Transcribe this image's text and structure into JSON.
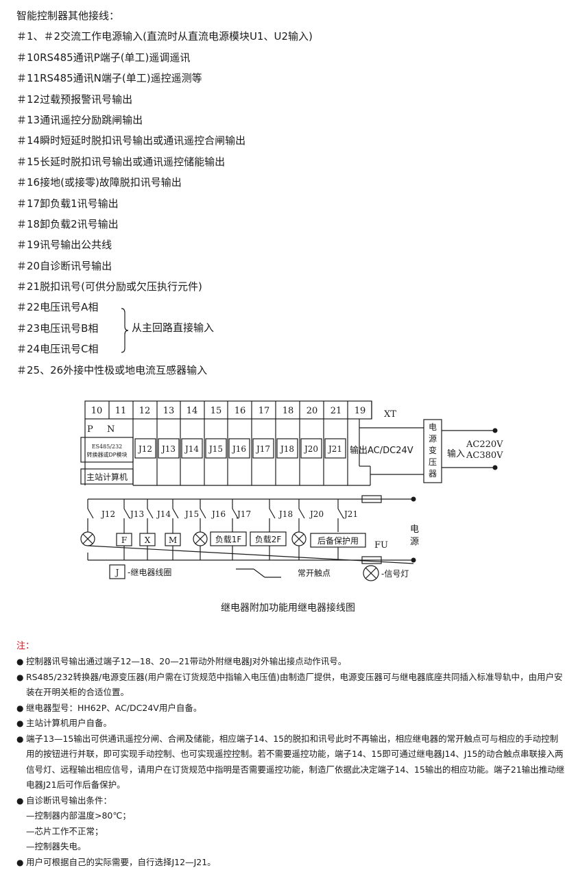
{
  "header": "智能控制器其他接线：",
  "wiring": [
    "＃1、＃2交流工作电源输入(直流时从直流电源模块U1、U2输入)",
    "＃10RS485通讯P端子(单工)遥调遥讯",
    "＃11RS485通讯N端子(单工)遥控遥测等",
    "＃12过载预报警讯号输出",
    "＃13通讯遥控分励跳闸输出",
    "＃14瞬时短延时脱扣讯号输出或通讯遥控合闸输出",
    "＃15长延时脱扣讯号输出或通讯遥控储能输出",
    "＃16接地(或接零)故障脱扣讯号输出",
    "＃17卸负载1讯号输出",
    "＃18卸负载2讯号输出",
    "＃19讯号输出公共线",
    "＃20自诊断讯号输出",
    "＃21脱扣讯号(可供分励或欠压执行元件)",
    "＃22电压讯号A相",
    "＃23电压讯号B相",
    "＃24电压讯号C相",
    "＃25、26外接中性极或地电流互感器输入"
  ],
  "brace_label": "从主回路直接输入",
  "diagram": {
    "terminals": [
      "10",
      "11",
      "12",
      "13",
      "14",
      "15",
      "16",
      "17",
      "18",
      "20",
      "21",
      "19"
    ],
    "xt": "XT",
    "p": "P",
    "n": "N",
    "converter": [
      "ES485/232",
      "转换器或DP模块"
    ],
    "relays": [
      "J12",
      "J13",
      "J14",
      "J15",
      "J16",
      "J17",
      "J18",
      "J20",
      "J21"
    ],
    "output": "输出AC/DC24V",
    "transformer": [
      "电",
      "源",
      "变",
      "压",
      "器"
    ],
    "input": "输入",
    "ac220": "AC220V",
    "ac380": "AC380V",
    "master": "主站计算机",
    "contacts": [
      "J12",
      "J13",
      "J14",
      "J15",
      "J16",
      "J17",
      "J18",
      "J20",
      "J21"
    ],
    "loads": {
      "f": "F",
      "x": "X",
      "m": "M",
      "load1": "负载1F",
      "load2": "负载2F",
      "backup": "后备保护用"
    },
    "power": [
      "电",
      "源"
    ],
    "fu": "FU",
    "legend": {
      "j": "J",
      "coil": "-继电器线圈",
      "no": "常开触点",
      "lamp": "-信号灯"
    }
  },
  "caption": "继电器附加功能用继电器接线图",
  "notes_title": "注：",
  "notes": [
    [
      "控制器讯号输出通过端子12—18、20—21带动外附继电器J对外输出接点动作讯号。"
    ],
    [
      "RS485/232转换器/电源变压器(用户需在订货规范中指输入电压值)由制造厂提供，电源变压器可与继电器底座共同插入标准导轨中，由用户安装在开明关柜的合适位置。"
    ],
    [
      "继电器型号：HH62P、AC/DC24V用户自备。"
    ],
    [
      "主站计算机用户自备。"
    ],
    [
      "端子13—15输出可供通讯遥控分闸、合闸及储能，相应端子14、15的脱扣和讯号此时不再输出，相应继电器的常开触点可与相应的手动控制用的按钮进行并联，即可实现手动控制、也可实现遥控控制。若不需要遥控功能，端子14、15即可通过继电器J14、J15的动合触点串联接入两信号灯、远程输出相应信号，请用户在订货规范中指明是否需要遥控功能，制造厂依据此决定端子14、15输出的相应功能。端子21输出推动继电器J21后可作后备保护。"
    ],
    [
      "自诊断讯号输出条件：",
      "—控制器内部温度>80℃；",
      "—芯片工作不正常；",
      "—控制器失电。"
    ],
    [
      "用户可根据自己的实际需要，自行选择J12—J21。"
    ]
  ]
}
